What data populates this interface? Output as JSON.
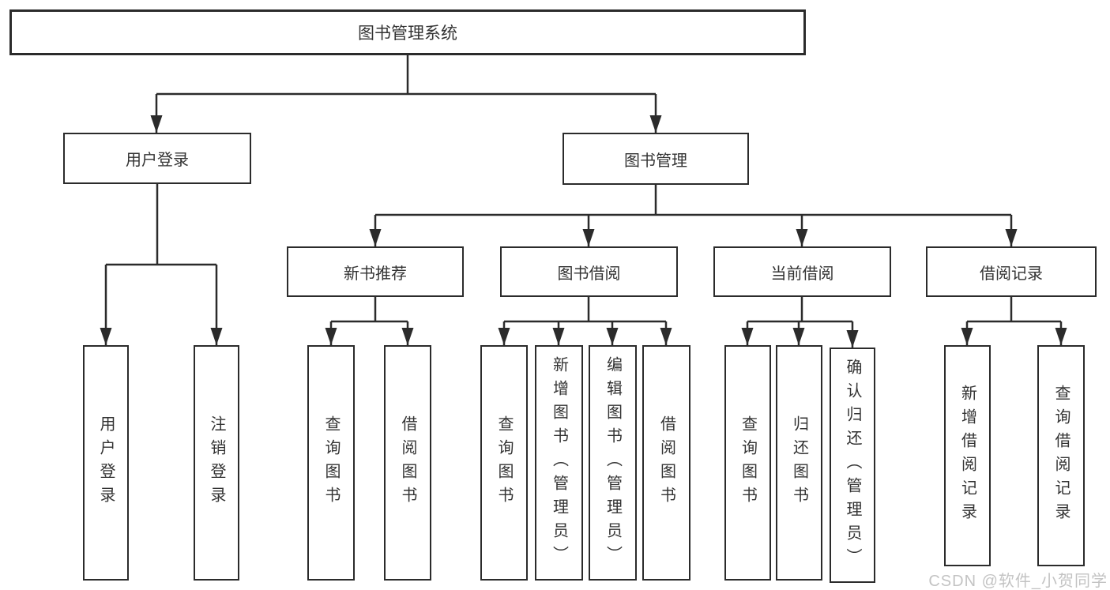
{
  "diagram": {
    "title": "图书管理系统",
    "user_login": {
      "label": "用户登录",
      "children": [
        "用户登录",
        "注销登录"
      ]
    },
    "book_mgmt": {
      "label": "图书管理",
      "modules": [
        {
          "label": "新书推荐",
          "children": [
            "查询图书",
            "借阅图书"
          ]
        },
        {
          "label": "图书借阅",
          "children": [
            "查询图书",
            "新增图书（管理员）",
            "编辑图书（管理员）",
            "借阅图书"
          ]
        },
        {
          "label": "当前借阅",
          "children": [
            "查询图书",
            "归还图书",
            "确认归还（管理员）"
          ]
        },
        {
          "label": "借阅记录",
          "children": [
            "新增借阅记录",
            "查询借阅记录"
          ]
        }
      ]
    }
  },
  "watermark": {
    "text": "CSDN @软件_小贺同学"
  },
  "colors": {
    "line": "#2b2b2b",
    "box_border": "#2b2b2b",
    "text": "#333333",
    "watermark": "#c3c3c3",
    "background": "#ffffff"
  }
}
